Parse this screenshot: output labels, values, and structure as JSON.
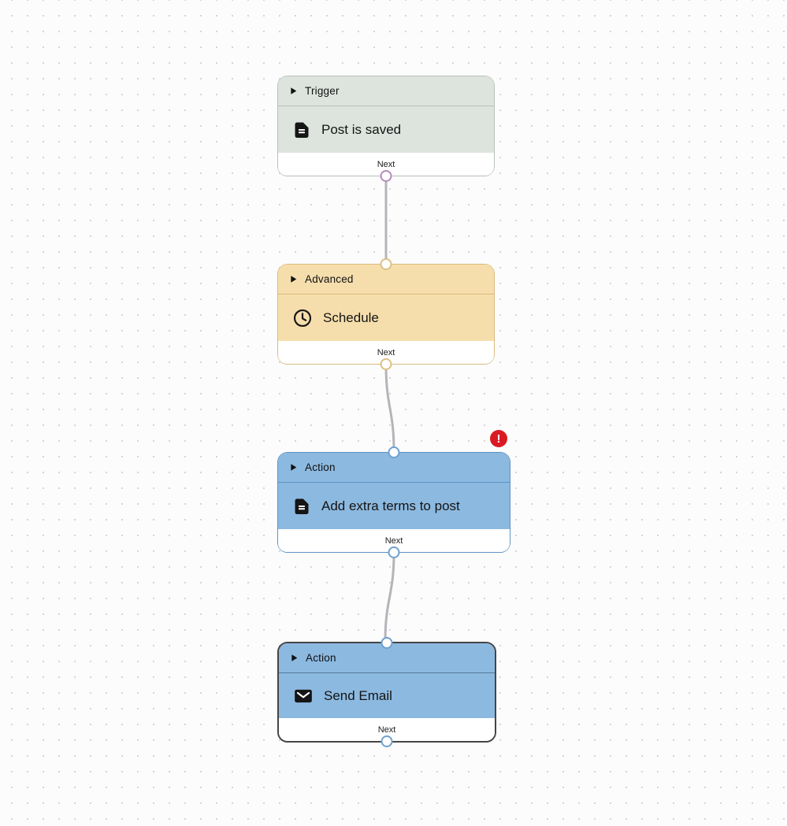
{
  "canvas": {
    "background_dot_color": "#d2d2d2",
    "edge_color": "#b4b4ba"
  },
  "nodes": [
    {
      "id": "trigger",
      "category": "Trigger",
      "title": "Post is saved",
      "icon": "document-icon",
      "footer_label": "Next",
      "selected": false,
      "has_error": false,
      "colors": {
        "fill": "#dde4de",
        "border": "#b7c0b8",
        "sep": "#b7c0b8",
        "handle": "#b48cbe"
      }
    },
    {
      "id": "advanced-schedule",
      "category": "Advanced",
      "title": "Schedule",
      "icon": "clock-icon",
      "footer_label": "Next",
      "selected": false,
      "has_error": false,
      "colors": {
        "fill": "#f6deac",
        "border": "#d9ba7e",
        "sep": "#d9ba7e",
        "handle": "#ddbf85"
      }
    },
    {
      "id": "action-add-terms",
      "category": "Action",
      "title": "Add extra terms to post",
      "icon": "document-icon",
      "footer_label": "Next",
      "selected": false,
      "has_error": true,
      "error_symbol": "!",
      "colors": {
        "fill": "#8cb9e0",
        "border": "#5d93c2",
        "sep": "#5d93c2",
        "handle": "#6fa0cf"
      }
    },
    {
      "id": "action-send-email",
      "category": "Action",
      "title": "Send Email",
      "icon": "mail-icon",
      "footer_label": "Next",
      "selected": true,
      "has_error": false,
      "colors": {
        "fill": "#8cb9e0",
        "border": "#454545",
        "sep": "#567a9c",
        "handle": "#6fa0cf"
      }
    }
  ],
  "connections": [
    {
      "from": "trigger",
      "to": "advanced-schedule"
    },
    {
      "from": "advanced-schedule",
      "to": "action-add-terms"
    },
    {
      "from": "action-add-terms",
      "to": "action-send-email"
    }
  ]
}
